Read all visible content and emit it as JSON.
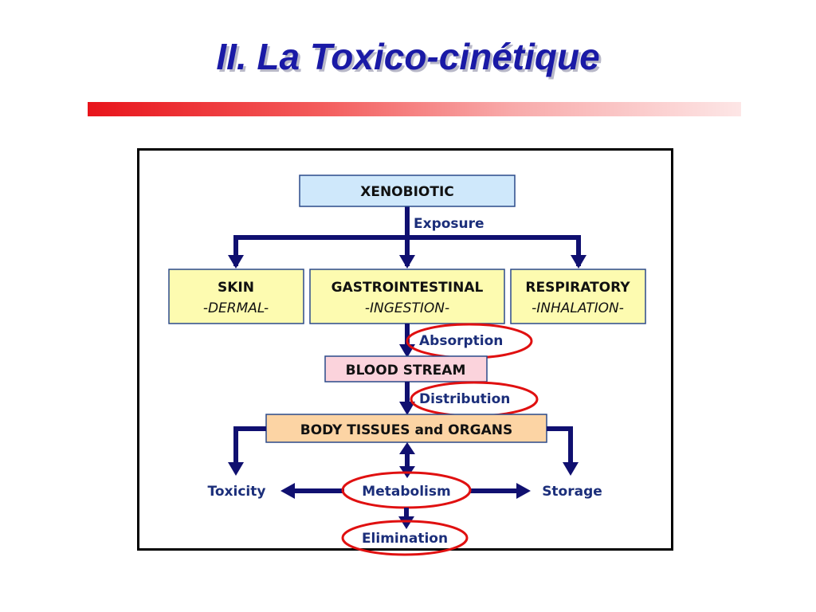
{
  "slide": {
    "title": "II. La Toxico-cinétique"
  },
  "diagram": {
    "nodes": {
      "xenobiotic": "XENOBIOTIC",
      "skin": {
        "title": "SKIN",
        "sub": "-DERMAL-"
      },
      "gastrointestinal": {
        "title": "GASTROINTESTINAL",
        "sub": "-INGESTION-"
      },
      "respiratory": {
        "title": "RESPIRATORY",
        "sub": "-INHALATION-"
      },
      "blood_stream": "BLOOD STREAM",
      "body_tissues": "BODY TISSUES and ORGANS"
    },
    "labels": {
      "exposure": "Exposure",
      "absorption": "Absorption",
      "distribution": "Distribution",
      "toxicity": "Toxicity",
      "metabolism": "Metabolism",
      "storage": "Storage",
      "elimination": "Elimination"
    },
    "colors": {
      "title_text": "#1a1aa6",
      "arrow": "#101070",
      "xenobiotic_fill": "#cfe8fb",
      "route_fill": "#fdfbb0",
      "blood_fill": "#fbd3dc",
      "tissue_fill": "#fcd4a4",
      "highlight_ellipse": "#e01010",
      "label_text": "#1b2e7a"
    }
  }
}
